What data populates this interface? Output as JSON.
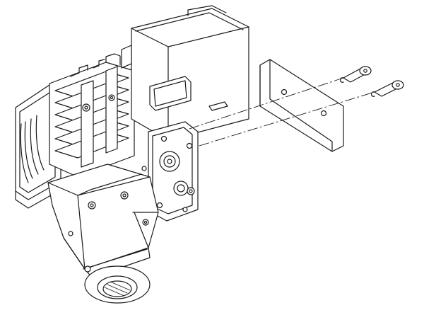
{
  "diagram": {
    "kind": "exploded-isometric-line-drawing",
    "background": "#ffffff",
    "line_color": "#1a1a1a",
    "components": [
      {
        "id": "cooling-fan",
        "icon": "fan-shroud"
      },
      {
        "id": "heatsink",
        "icon": "finned-heatsink"
      },
      {
        "id": "motor-housing",
        "icon": "box-housing"
      },
      {
        "id": "mount-plate",
        "icon": "side-plate"
      },
      {
        "id": "lower-cover",
        "icon": "faceted-cover"
      },
      {
        "id": "nozzle",
        "icon": "round-nozzle"
      },
      {
        "id": "bracket",
        "icon": "l-bracket"
      },
      {
        "id": "screw-1",
        "icon": "cap-screw"
      },
      {
        "id": "screw-2",
        "icon": "cap-screw"
      }
    ],
    "assembly_lines": 2
  }
}
